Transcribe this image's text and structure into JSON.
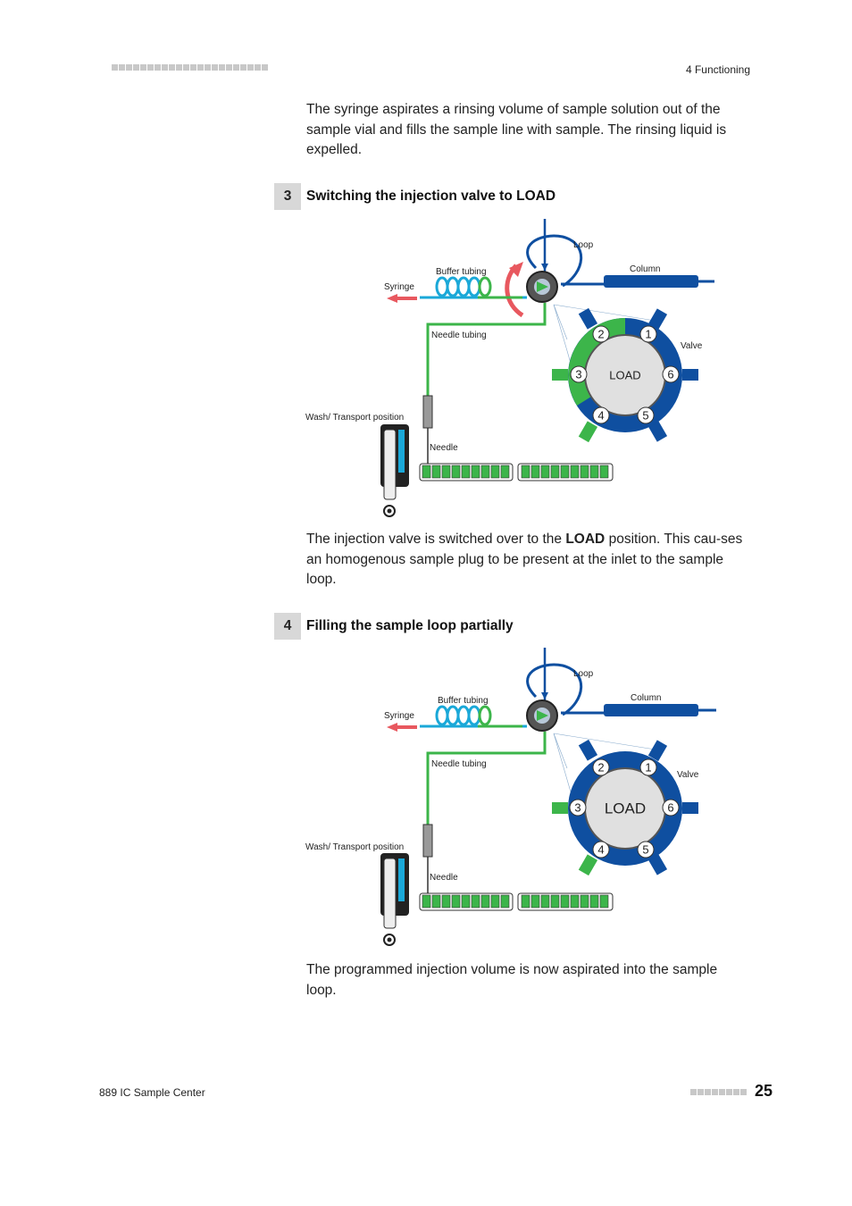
{
  "header": {
    "section": "4 Functioning"
  },
  "intro_text": "The syringe aspirates a rinsing volume of sample solution out of the sample vial and fills the sample line with sample. The rinsing liquid is expelled.",
  "steps": [
    {
      "number": "3",
      "title": "Switching the injection valve to LOAD",
      "text_before": "The injection valve is switched over to the ",
      "text_bold": "LOAD",
      "text_after": " position. This cau-ses an homogenous sample plug to be present at the inlet to the sample loop."
    },
    {
      "number": "4",
      "title": "Filling the sample loop partially",
      "text": "The programmed injection volume is now aspirated into the sample loop."
    }
  ],
  "diagram_labels": {
    "loop": "Loop",
    "column": "Column",
    "buffer_tubing": "Buffer tubing",
    "syringe": "Syringe",
    "needle_tubing": "Needle tubing",
    "valve": "Valve",
    "load": "LOAD",
    "wash_position": "Wash/ Transport position",
    "needle": "Needle",
    "ports": [
      "1",
      "2",
      "3",
      "4",
      "5",
      "6"
    ]
  },
  "colors": {
    "blue": "#0f4fa0",
    "green": "#3cb54a",
    "cyan": "#1aa8d8",
    "red_arrow": "#e8585f"
  },
  "footer": {
    "product": "889 IC Sample Center",
    "page": "25"
  }
}
